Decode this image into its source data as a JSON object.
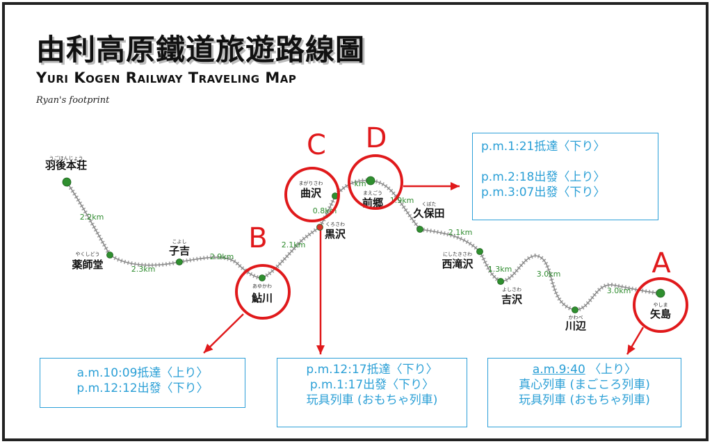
{
  "title": {
    "zh": "由利高原鐵道旅遊路線圖",
    "en": "Yuri Kogen Railway Traveling Map",
    "signature": "Ryan's footprint"
  },
  "stations": [
    {
      "id": "ugohonjo",
      "name": "羽後本荘",
      "ruby": "うごほんじょう"
    },
    {
      "id": "yakushido",
      "name": "薬師堂",
      "ruby": "やくしどう"
    },
    {
      "id": "koyoshi",
      "name": "子吉",
      "ruby": "こよし"
    },
    {
      "id": "ayukawa",
      "name": "鮎川",
      "ruby": "あゆかわ"
    },
    {
      "id": "kurosawa",
      "name": "黒沢",
      "ruby": "くろさわ"
    },
    {
      "id": "magarisawa",
      "name": "曲沢",
      "ruby": "まがりさわ"
    },
    {
      "id": "maego",
      "name": "前郷",
      "ruby": "まえごう"
    },
    {
      "id": "kubota",
      "name": "久保田",
      "ruby": "くぼた"
    },
    {
      "id": "nishitakisawa",
      "name": "西滝沢",
      "ruby": "にしたきさわ"
    },
    {
      "id": "yoshizawa",
      "name": "吉沢",
      "ruby": "よしさわ"
    },
    {
      "id": "kawabe",
      "name": "川辺",
      "ruby": "かわべ"
    },
    {
      "id": "yashima",
      "name": "矢島",
      "ruby": "やしま"
    }
  ],
  "distances": [
    "2.2km",
    "2.3km",
    "2.9km",
    "2.1km",
    "0.8km",
    "km",
    "1.9km",
    "2.1km",
    "1.3km",
    "3.0km",
    "3.0km"
  ],
  "markers": {
    "a": "A",
    "b": "B",
    "c": "C",
    "d": "D"
  },
  "boxes": {
    "b": [
      "a.m.10:09抵達〈上り〉",
      "p.m.12:12出發〈下り〉"
    ],
    "c": [
      "p.m.12:17抵達〈下り〉",
      "p.m.1:17出發〈下り〉",
      "玩具列車 (おもちゃ列車)"
    ],
    "a": [
      "a.m.9:40",
      "〈上り〉",
      "真心列車 (まごころ列車)",
      "玩具列車 (おもちゃ列車)"
    ],
    "d": [
      "p.m.1:21抵達〈下り〉",
      "p.m.2:18出發〈上り〉",
      "p.m.3:07出發〈下り〉"
    ]
  },
  "colors": {
    "track": "#8a8a8a",
    "ties": "#9a9a9a",
    "distance": "#2e8b2e",
    "station": "#2f8f2f",
    "station_kurosawa": "#d8342a",
    "marker": "#e0191b",
    "box_text": "#2a9fd6",
    "box_border": "#2b9fd8"
  }
}
